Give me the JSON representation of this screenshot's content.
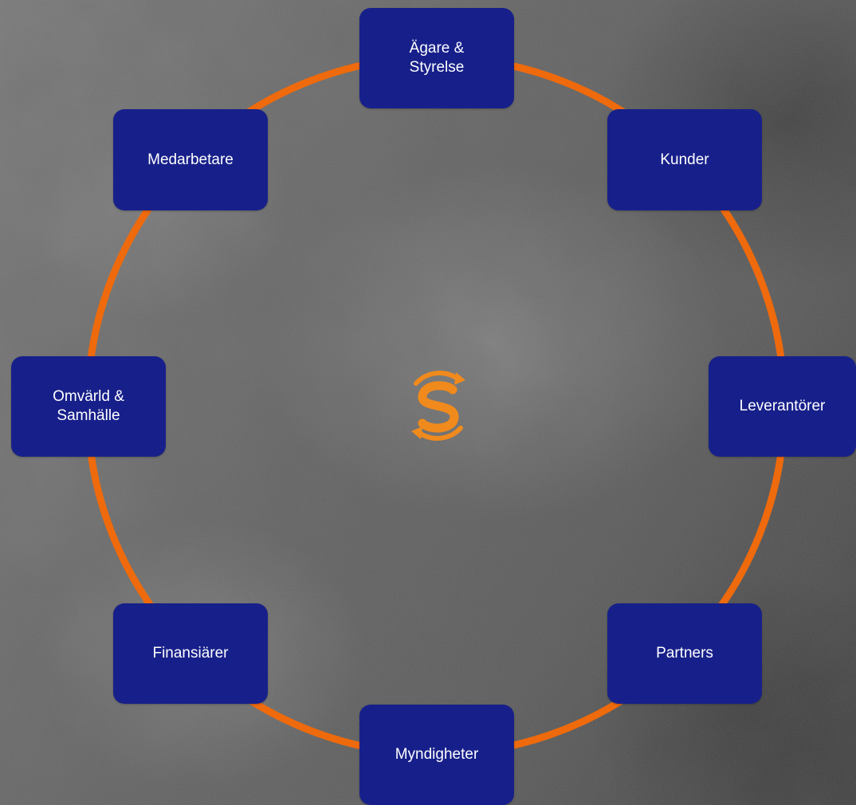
{
  "colors": {
    "node_fill": "#17208a",
    "ring": "#ee6a0c",
    "logo": "#f08a1c",
    "background": "#6b6b6b"
  },
  "center": {
    "icon": "stakeholder-s-logo-icon"
  },
  "nodes": {
    "agare": {
      "label": "Ägare &\nStyrelse"
    },
    "kunder": {
      "label": "Kunder"
    },
    "leverantorer": {
      "label": "Leverantörer"
    },
    "partners": {
      "label": "Partners"
    },
    "myndigheter": {
      "label": "Myndigheter"
    },
    "finansiarer": {
      "label": "Finansiärer"
    },
    "omvarld": {
      "label": "Omvärld &\nSamhälle"
    },
    "medarbetare": {
      "label": "Medarbetare"
    }
  }
}
